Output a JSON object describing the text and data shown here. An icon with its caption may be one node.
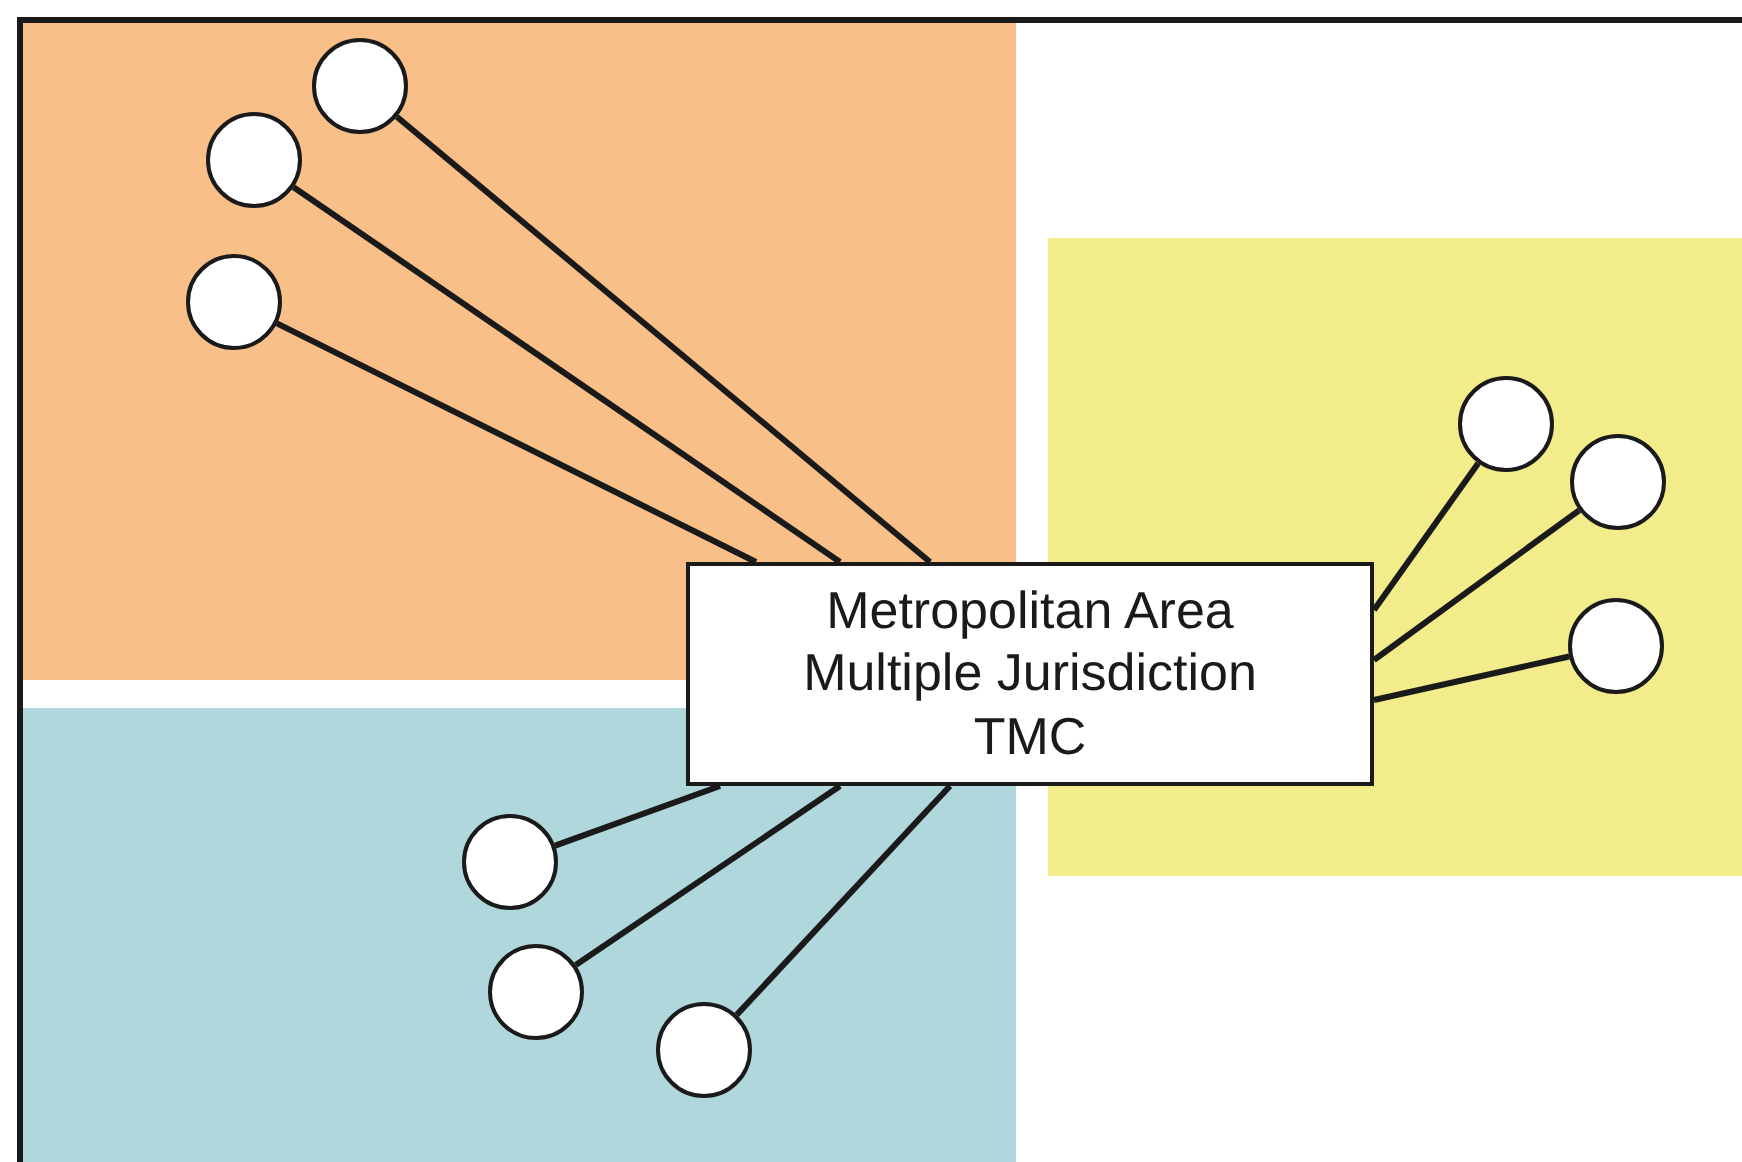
{
  "diagram": {
    "nodes": [
      {
        "text": [
          "Metropolitan Area Multiple Jurisdiction TMC"
        ]
      },
      {
        "text": [],
        "shape": "circle"
      },
      {
        "text": [],
        "shape": "circle"
      },
      {
        "text": [],
        "shape": "circle"
      },
      {
        "text": [],
        "shape": "circle"
      },
      {
        "text": [],
        "shape": "circle"
      },
      {
        "text": [],
        "shape": "circle"
      },
      {
        "text": [],
        "shape": "circle"
      },
      {
        "text": [],
        "shape": "circle"
      },
      {
        "text": [],
        "shape": "circle"
      }
    ],
    "edges": [
      {
        "from": 0,
        "to": 1,
        "arrow": "none"
      },
      {
        "from": 0,
        "to": 2,
        "arrow": "none"
      },
      {
        "from": 0,
        "to": 3,
        "arrow": "none"
      },
      {
        "from": 0,
        "to": 4,
        "arrow": "none"
      },
      {
        "from": 0,
        "to": 5,
        "arrow": "none"
      },
      {
        "from": 0,
        "to": 6,
        "arrow": "none"
      },
      {
        "from": 0,
        "to": 7,
        "arrow": "none"
      },
      {
        "from": 0,
        "to": 8,
        "arrow": "none"
      },
      {
        "from": 0,
        "to": 9,
        "arrow": "none"
      }
    ]
  }
}
